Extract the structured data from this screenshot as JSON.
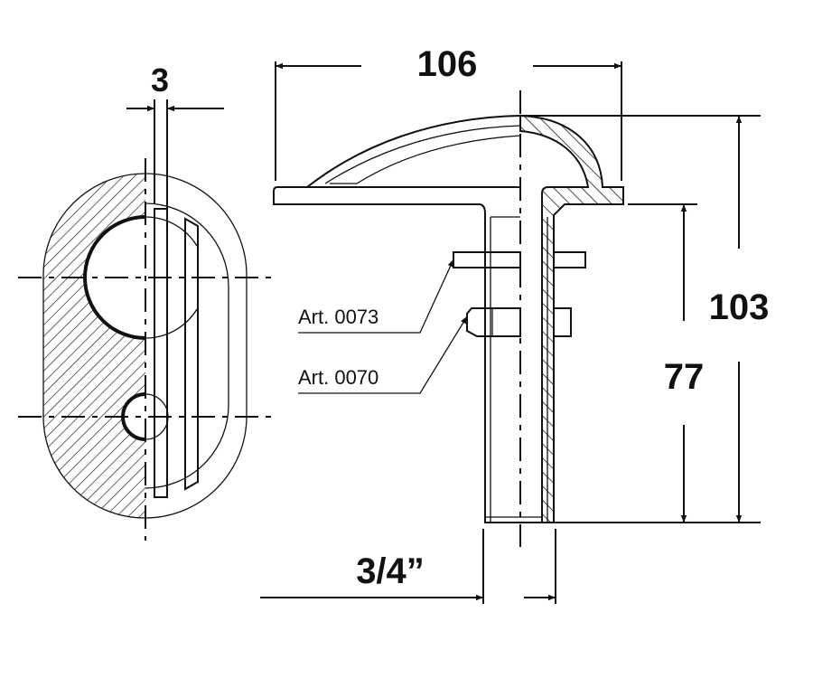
{
  "drawing": {
    "dimensions": {
      "width": "106",
      "total_height": "103",
      "pipe_height": "77",
      "slot_width": "3",
      "thread": "3/4”"
    },
    "parts": [
      {
        "label": "Art. 0073"
      },
      {
        "label": "Art. 0070"
      }
    ],
    "colors": {
      "line": "#111111",
      "background": "#ffffff"
    }
  }
}
